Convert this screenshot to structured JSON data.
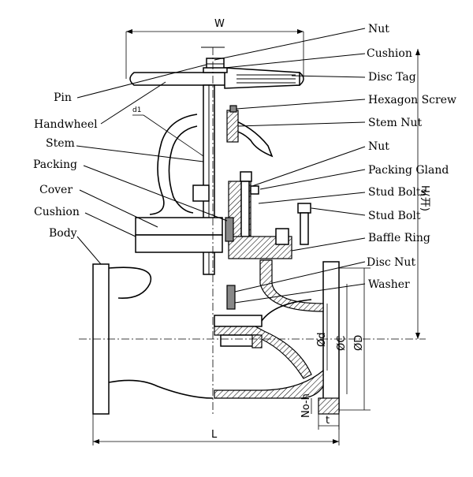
{
  "diagram": {
    "dimensions": {
      "W": "W",
      "H": "H(开)",
      "L": "L",
      "d1": "d1",
      "d": "Ød",
      "C": "ØC",
      "D": "ØD",
      "holes": "No-h",
      "t": "t"
    },
    "left_labels": {
      "pin": "Pin",
      "handwheel": "Handwheel",
      "stem": "Stem",
      "packing": "Packing",
      "cover": "Cover",
      "cushion": "Cushion",
      "body": "Body"
    },
    "right_labels": {
      "nut_top": "Nut",
      "cushion": "Cushion",
      "disc_tag": "Disc Tag",
      "hexagon_screw": "Hexagon Screw",
      "stem_nut": "Stem Nut",
      "nut": "Nut",
      "packing_gland": "Packing Gland",
      "stud_bolts": "Stud Bolts",
      "stud_bolt": "Stud Bolt",
      "baffle_ring": "Baffle Ring",
      "disc_nut": "Disc Nut",
      "washer": "Washer"
    }
  }
}
